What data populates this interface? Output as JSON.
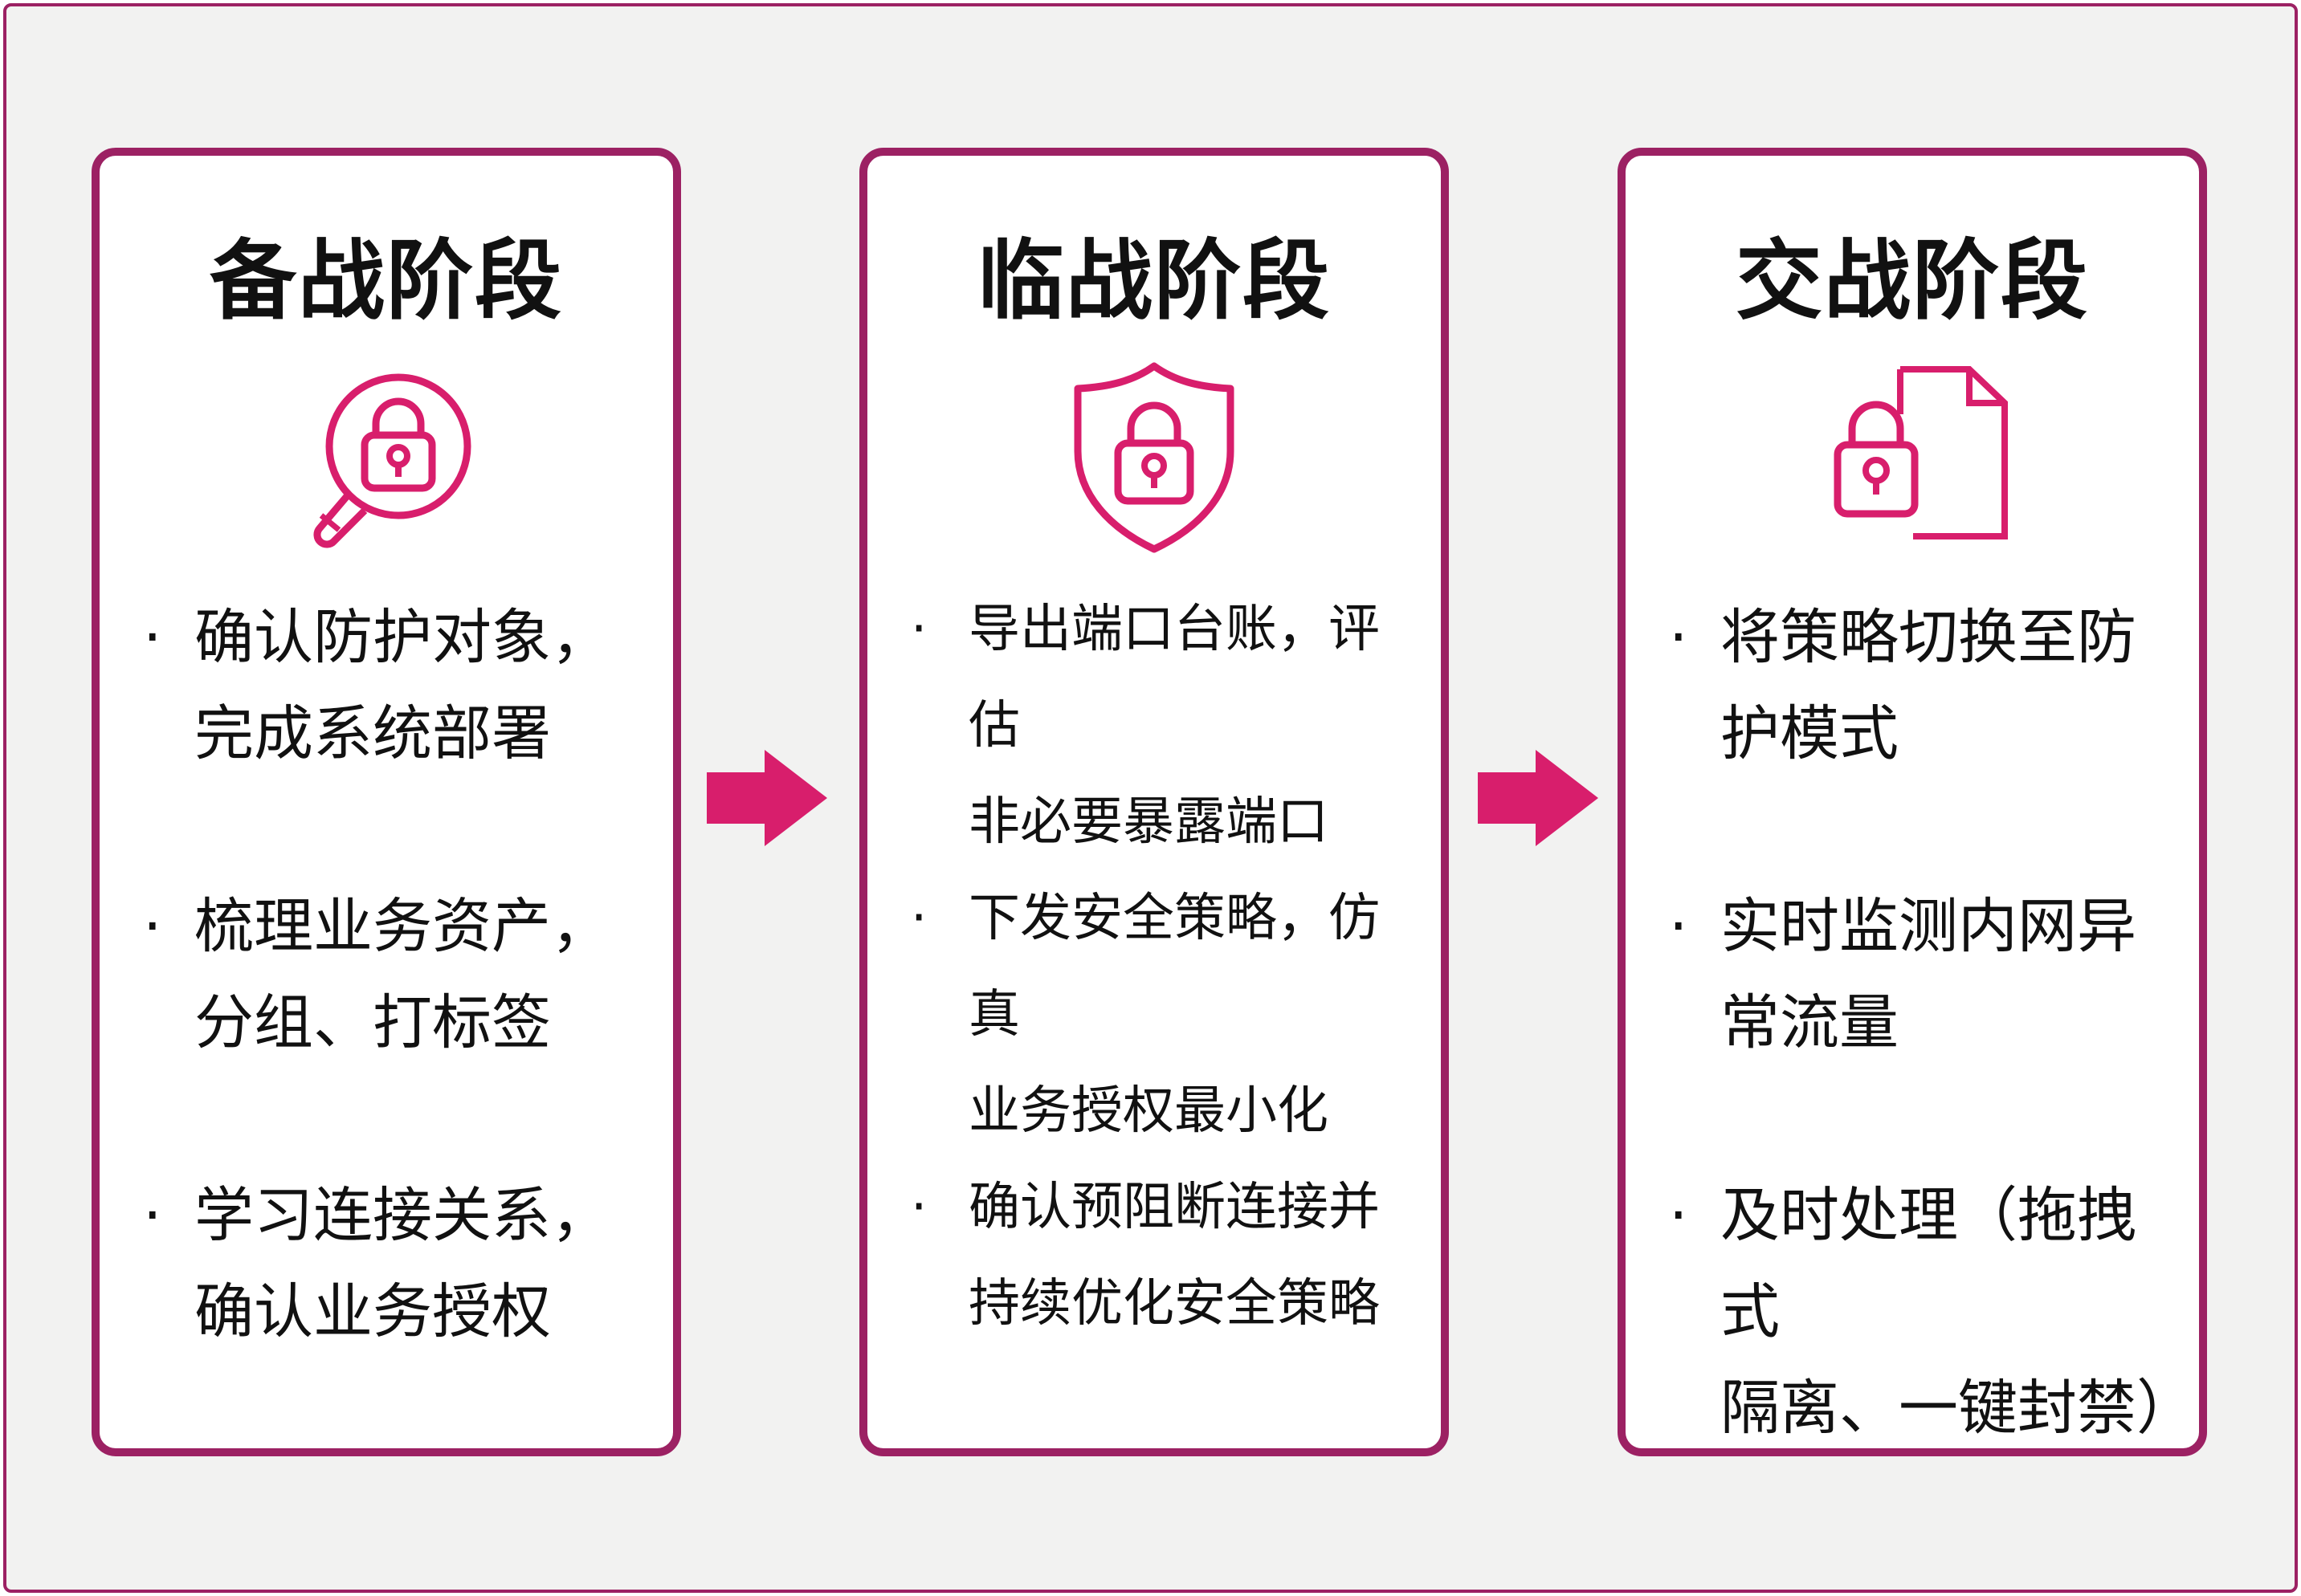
{
  "colors": {
    "border": "#9c2163",
    "accent": "#d81e6c",
    "background": "#f2f2f1",
    "card": "#ffffff",
    "text": "#111111"
  },
  "stages": [
    {
      "title": "备战阶段",
      "icon": "magnifier-lock-icon",
      "items": [
        {
          "bullet": "·",
          "text": "确认防护对象，\n完成系统部署"
        },
        {
          "bullet": "·",
          "text": "梳理业务资产，\n分组、打标签"
        },
        {
          "bullet": "·",
          "text": "学习连接关系，\n确认业务授权"
        }
      ]
    },
    {
      "title": "临战阶段",
      "icon": "shield-lock-icon",
      "items": [
        {
          "bullet": "·",
          "text": "导出端口台账，评估\n非必要暴露端口"
        },
        {
          "bullet": "·",
          "text": "下发安全策略，仿真\n业务授权最小化"
        },
        {
          "bullet": "·",
          "text": "确认预阻断连接并\n持续优化安全策略"
        }
      ]
    },
    {
      "title": "交战阶段",
      "icon": "document-lock-icon",
      "items": [
        {
          "bullet": "·",
          "text": "将策略切换至防\n护模式"
        },
        {
          "bullet": "·",
          "text": "实时监测内网异\n常流量"
        },
        {
          "bullet": "·",
          "text": "及时处理（拖拽式\n隔离、一键封禁）"
        }
      ]
    }
  ],
  "arrows": [
    {
      "icon": "arrow-right-icon"
    },
    {
      "icon": "arrow-right-icon"
    }
  ]
}
